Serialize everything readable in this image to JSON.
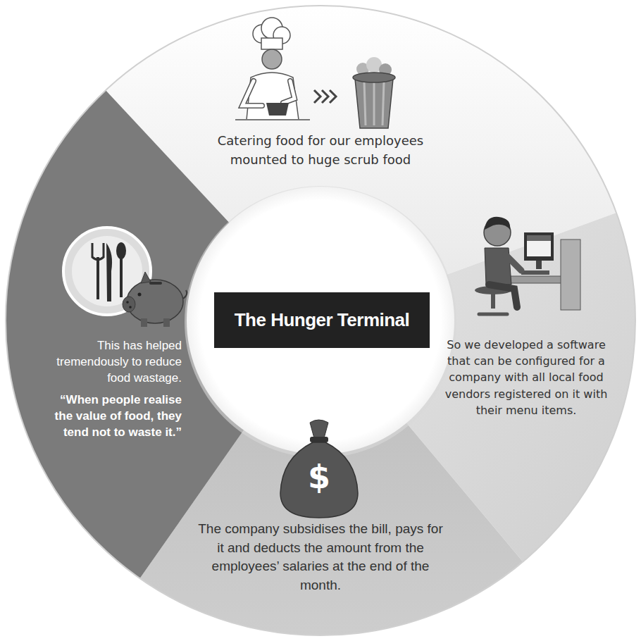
{
  "diagram": {
    "nodes": [
      {
        "text": [
          "The Hunger Terminal"
        ]
      },
      {
        "text": [
          "Catering food for our employees mounted to huge scrub food"
        ]
      },
      {
        "text": [
          "So we developed a software that can be configured for a company with all local food vendors registered on it with their menu items."
        ]
      },
      {
        "text": [
          "The company subsidises the bill, pays for it and deducts the amount from the employees’ salaries at the end of the month."
        ]
      },
      {
        "text": [
          "This has helped tremendously to reduce food wastage.",
          "“When people realise the value of food, they tend not to waste it.”"
        ]
      }
    ],
    "labels": [
      "$"
    ]
  }
}
